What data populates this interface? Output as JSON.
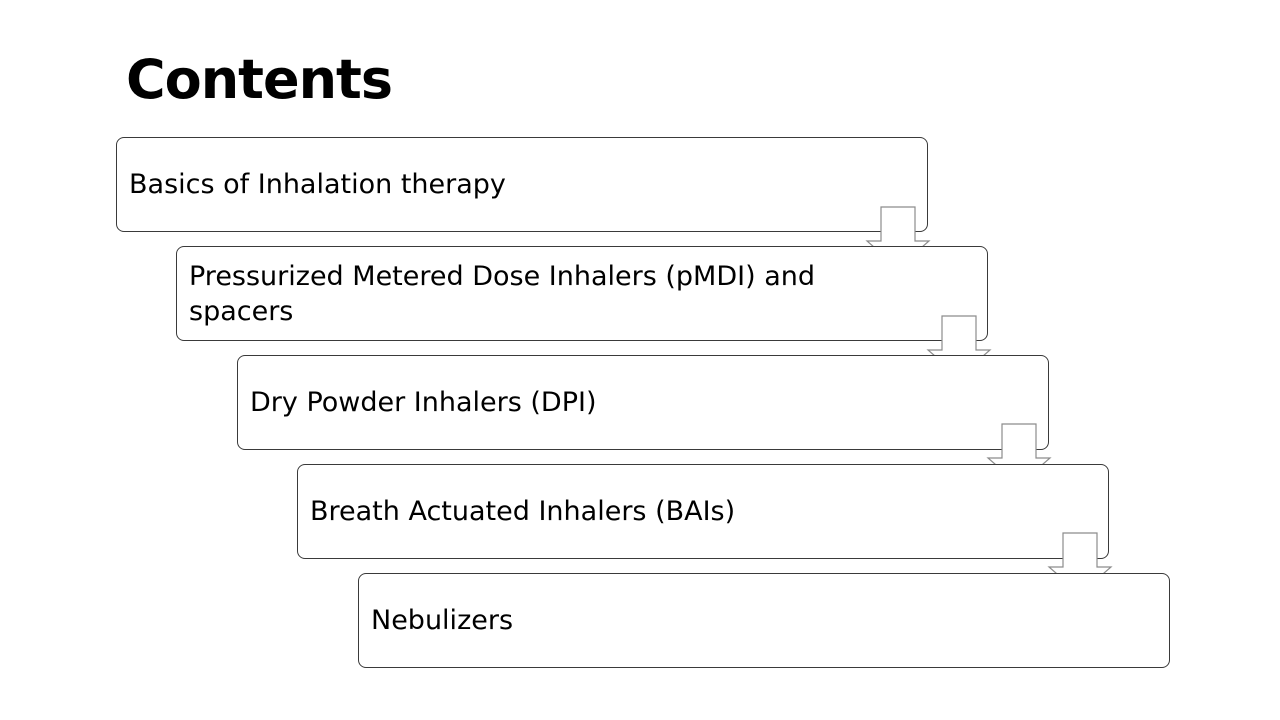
{
  "slide": {
    "title": "Contents"
  },
  "steps": [
    {
      "label": "Basics of Inhalation therapy"
    },
    {
      "label": "Pressurized Metered Dose Inhalers (pMDI) and spacers"
    },
    {
      "label": "Dry Powder Inhalers (DPI)"
    },
    {
      "label": "Breath Actuated Inhalers (BAIs)"
    },
    {
      "label": "Nebulizers"
    }
  ],
  "colors": {
    "border": "#3a3a3a",
    "arrow_stroke": "#8c8c8c",
    "background": "#ffffff",
    "text": "#000000"
  },
  "icons": {
    "connector": "down-arrow-icon"
  }
}
